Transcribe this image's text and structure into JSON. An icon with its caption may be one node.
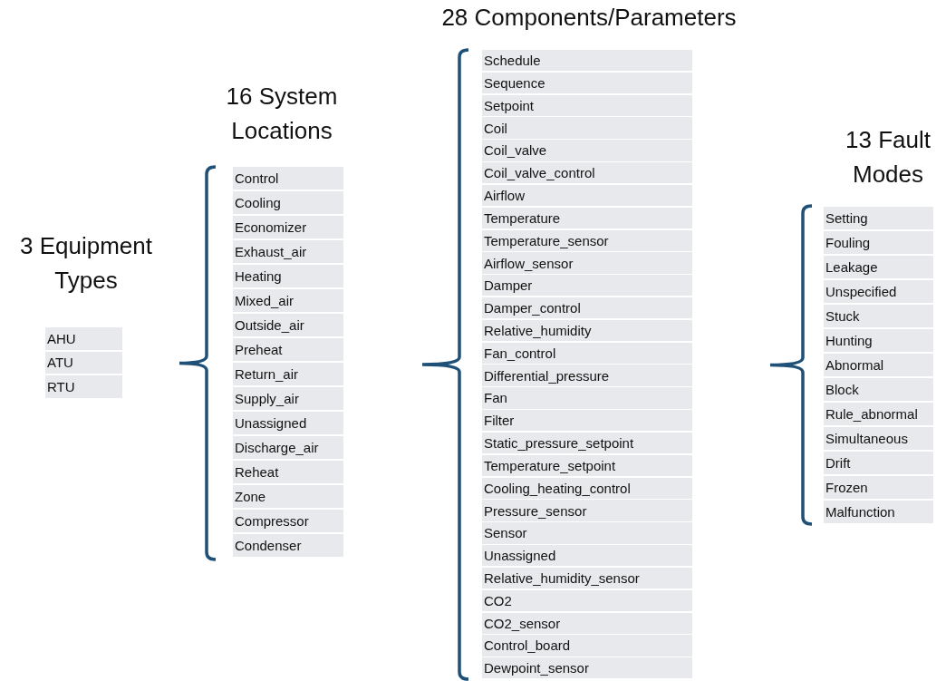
{
  "diagram": {
    "nodes": [
      {
        "text": [
          "AHU"
        ]
      },
      {
        "text": [
          "ATU"
        ]
      },
      {
        "text": [
          "RTU"
        ]
      },
      {
        "text": [
          "Control"
        ]
      },
      {
        "text": [
          "Cooling"
        ]
      },
      {
        "text": [
          "Economizer"
        ]
      },
      {
        "text": [
          "Exhaust_air"
        ]
      },
      {
        "text": [
          "Heating"
        ]
      },
      {
        "text": [
          "Mixed_air"
        ]
      },
      {
        "text": [
          "Outside_air"
        ]
      },
      {
        "text": [
          "Preheat"
        ]
      },
      {
        "text": [
          "Return_air"
        ]
      },
      {
        "text": [
          "Supply_air"
        ]
      },
      {
        "text": [
          "Unassigned"
        ]
      },
      {
        "text": [
          "Discharge_air"
        ]
      },
      {
        "text": [
          "Reheat"
        ]
      },
      {
        "text": [
          "Zone"
        ]
      },
      {
        "text": [
          "Compressor"
        ]
      },
      {
        "text": [
          "Condenser"
        ]
      },
      {
        "text": [
          "Schedule"
        ]
      },
      {
        "text": [
          "Sequence"
        ]
      },
      {
        "text": [
          "Setpoint"
        ]
      },
      {
        "text": [
          "Coil"
        ]
      },
      {
        "text": [
          "Coil_valve"
        ]
      },
      {
        "text": [
          "Coil_valve_control"
        ]
      },
      {
        "text": [
          "Airflow"
        ]
      },
      {
        "text": [
          "Temperature"
        ]
      },
      {
        "text": [
          "Temperature_sensor"
        ]
      },
      {
        "text": [
          "Airflow_sensor"
        ]
      },
      {
        "text": [
          "Damper"
        ]
      },
      {
        "text": [
          "Damper_control"
        ]
      },
      {
        "text": [
          "Relative_humidity"
        ]
      },
      {
        "text": [
          "Fan_control"
        ]
      },
      {
        "text": [
          "Differential_pressure"
        ]
      },
      {
        "text": [
          "Fan"
        ]
      },
      {
        "text": [
          "Filter"
        ]
      },
      {
        "text": [
          "Static_pressure_setpoint"
        ]
      },
      {
        "text": [
          "Temperature_setpoint"
        ]
      },
      {
        "text": [
          "Cooling_heating_control"
        ]
      },
      {
        "text": [
          "Pressure_sensor"
        ]
      },
      {
        "text": [
          "Sensor"
        ]
      },
      {
        "text": [
          "Unassigned"
        ]
      },
      {
        "text": [
          "Relative_humidity_sensor"
        ]
      },
      {
        "text": [
          "CO2"
        ]
      },
      {
        "text": [
          "CO2_sensor"
        ]
      },
      {
        "text": [
          "Control_board"
        ]
      },
      {
        "text": [
          "Dewpoint_sensor"
        ]
      },
      {
        "text": [
          "Setting"
        ]
      },
      {
        "text": [
          "Fouling"
        ]
      },
      {
        "text": [
          "Leakage"
        ]
      },
      {
        "text": [
          "Unspecified"
        ]
      },
      {
        "text": [
          "Stuck"
        ]
      },
      {
        "text": [
          "Hunting"
        ]
      },
      {
        "text": [
          "Abnormal"
        ]
      },
      {
        "text": [
          "Block"
        ]
      },
      {
        "text": [
          "Rule_abnormal"
        ]
      },
      {
        "text": [
          "Simultaneous"
        ]
      },
      {
        "text": [
          "Drift"
        ]
      },
      {
        "text": [
          "Frozen"
        ]
      },
      {
        "text": [
          "Malfunction"
        ]
      }
    ],
    "labels": [
      "3 Equipment Types",
      "16 System Locations",
      "28 Components/Parameters",
      "13 Fault Modes"
    ]
  }
}
